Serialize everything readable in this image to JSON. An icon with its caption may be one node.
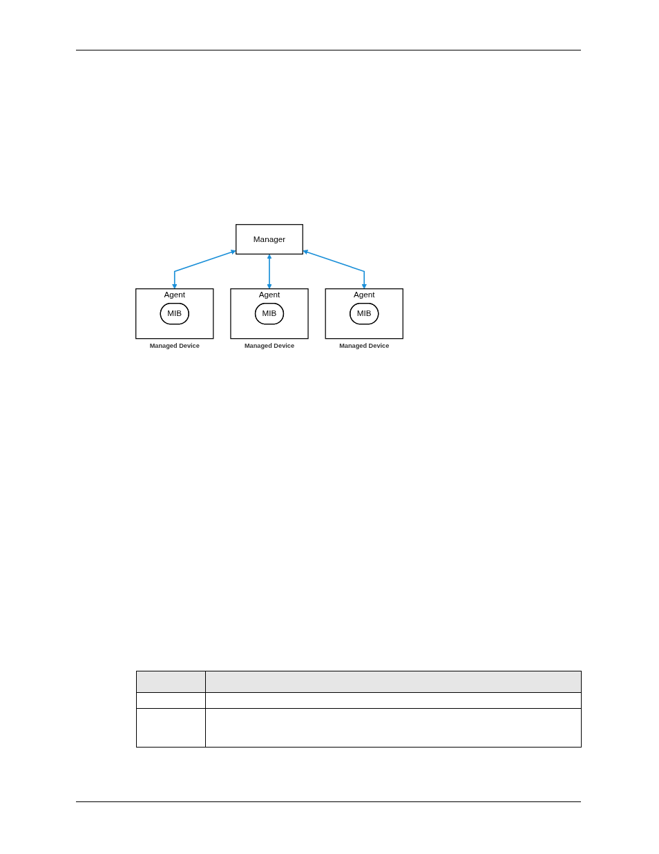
{
  "diagram": {
    "nodes": [
      {
        "text": [
          "Manager"
        ]
      },
      {
        "text": [
          "Agent"
        ],
        "beside": [
          "Managed Device"
        ]
      },
      {
        "text": [
          "MIB"
        ],
        "in": 1
      },
      {
        "text": [
          "Agent"
        ],
        "beside": [
          "Managed Device"
        ]
      },
      {
        "text": [
          "MIB"
        ],
        "in": 3
      },
      {
        "text": [
          "Agent"
        ],
        "beside": [
          "Managed Device"
        ]
      },
      {
        "text": [
          "MIB"
        ],
        "in": 5
      }
    ],
    "edges": [
      {
        "from": 0,
        "to": 1,
        "arrow": "both"
      },
      {
        "from": 0,
        "to": 3,
        "arrow": "both"
      },
      {
        "from": 0,
        "to": 5,
        "arrow": "both"
      }
    ]
  }
}
